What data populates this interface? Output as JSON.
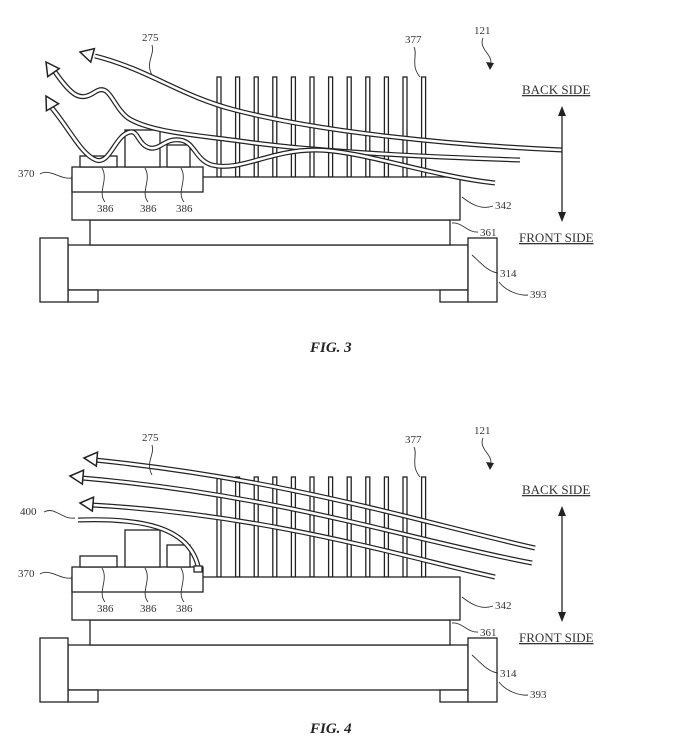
{
  "figures": [
    {
      "caption": "FIG. 3",
      "variant": "wavy-airflow",
      "refs": {
        "airflow": "275",
        "fins": "377",
        "device": "121",
        "module": "370",
        "components": [
          "386",
          "386",
          "386"
        ],
        "plate": "342",
        "spacer": "361",
        "base": "314",
        "frame": "393"
      },
      "back_side": "BACK SIDE",
      "front_side": "FRONT SIDE"
    },
    {
      "caption": "FIG. 4",
      "variant": "guided-airflow",
      "refs": {
        "airflow": "275",
        "fins": "377",
        "device": "121",
        "duct": "400",
        "module": "370",
        "components": [
          "386",
          "386",
          "386"
        ],
        "plate": "342",
        "spacer": "361",
        "base": "314",
        "frame": "393"
      },
      "back_side": "BACK SIDE",
      "front_side": "FRONT SIDE"
    }
  ]
}
